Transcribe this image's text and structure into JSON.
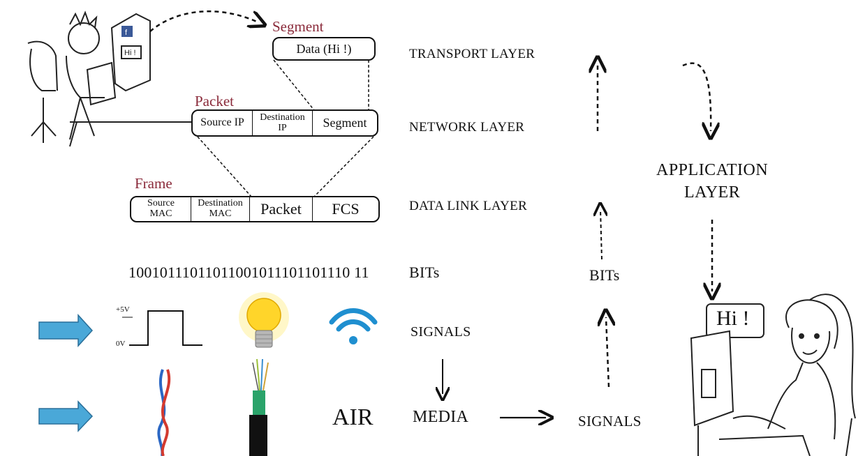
{
  "headers": {
    "segment": "Segment",
    "packet": "Packet",
    "frame": "Frame"
  },
  "segment_box": {
    "data": "Data (Hi !)"
  },
  "packet_box": {
    "source_ip": "Source IP",
    "destination_ip_line1": "Destination",
    "destination_ip_line2": "IP",
    "segment": "Segment"
  },
  "frame_box": {
    "source_mac_line1": "Source",
    "source_mac_line2": "MAC",
    "destination_mac_line1": "Destination",
    "destination_mac_line2": "MAC",
    "packet": "Packet",
    "fcs": "FCS"
  },
  "layers": {
    "transport": "TRANSPORT LAYER",
    "network": "NETWORK LAYER",
    "data_link": "DATA LINK LAYER",
    "bits": "BITs",
    "signals": "SIGNALS",
    "media": "MEDIA"
  },
  "bit_stream": "10010111011011001011101101110 11",
  "signal_plot": {
    "high_label": "+5V",
    "low_label": "0V"
  },
  "media_air": "AIR",
  "right_side": {
    "signals": "SIGNALS",
    "bits": "BITs",
    "application_line1": "APPLICATION",
    "application_line2": "LAYER"
  },
  "computer_screen": {
    "message": "Hi !"
  },
  "receiver_bubble": "Hi !",
  "colors": {
    "header_red": "#8a2a3a",
    "arrow_blue": "#4aa8d8",
    "wifi_blue": "#1f8fd0",
    "bulb_yellow": "#ffd52a"
  }
}
